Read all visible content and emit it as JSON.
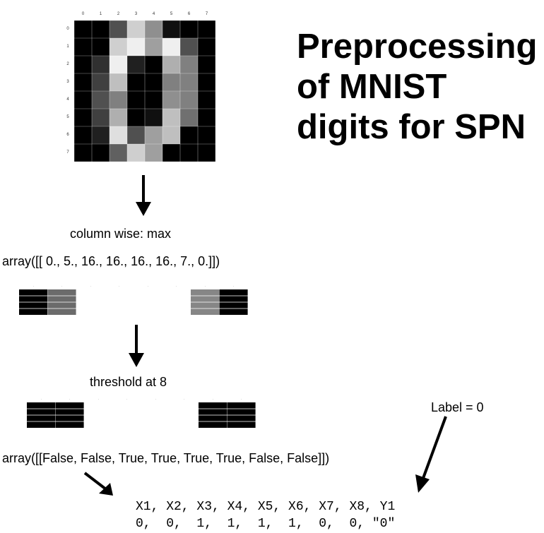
{
  "title": [
    "Preprocessing",
    "of MNIST",
    "digits for SPN"
  ],
  "image": {
    "ticks": [
      "0",
      "1",
      "2",
      "3",
      "4",
      "5",
      "6",
      "7"
    ],
    "pixels": [
      [
        0,
        0,
        5,
        13,
        9,
        1,
        0,
        0
      ],
      [
        0,
        0,
        13,
        15,
        10,
        15,
        5,
        0
      ],
      [
        0,
        3,
        15,
        2,
        0,
        11,
        8,
        0
      ],
      [
        0,
        4,
        12,
        0,
        0,
        8,
        8,
        0
      ],
      [
        0,
        5,
        8,
        0,
        0,
        9,
        8,
        0
      ],
      [
        0,
        4,
        11,
        0,
        1,
        12,
        7,
        0
      ],
      [
        0,
        2,
        14,
        5,
        10,
        12,
        0,
        0
      ],
      [
        0,
        0,
        6,
        13,
        10,
        0,
        0,
        0
      ]
    ]
  },
  "step1": {
    "label": "column wise: max",
    "array_text": "array([[ 0., 5., 16., 16., 16., 16., 7., 0.]])",
    "values": [
      0,
      5,
      16,
      16,
      16,
      16,
      7,
      0
    ]
  },
  "step2": {
    "label": "threshold at 8",
    "array_text": "array([[False, False, True, True, True, True, False, False]])",
    "values": [
      false,
      false,
      true,
      true,
      true,
      true,
      false,
      false
    ]
  },
  "label_note": "Label = 0",
  "output": {
    "header": "X1, X2, X3, X4, X5, X6, X7, X8, Y1",
    "row": "0,  0,  1,  1,  1,  1,  0,  0, \"0\""
  }
}
